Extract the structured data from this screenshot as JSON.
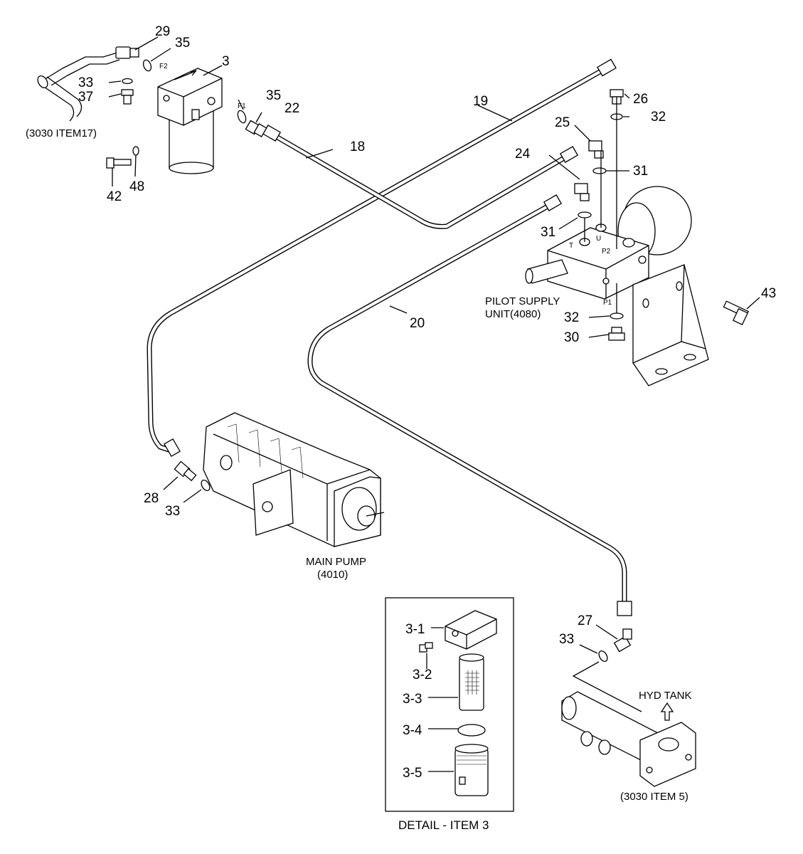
{
  "callouts": {
    "c29": "29",
    "c35a": "35",
    "c3": "3",
    "c33a": "33",
    "c37": "37",
    "c35b": "35",
    "c22": "22",
    "c19": "19",
    "c18": "18",
    "c26": "26",
    "c32a": "32",
    "c25": "25",
    "c24": "24",
    "c31a": "31",
    "c31b": "31",
    "c42": "42",
    "c48": "48",
    "c20": "20",
    "c43": "43",
    "c32b": "32",
    "c30": "30",
    "c28": "28",
    "c33b": "33",
    "c27": "27",
    "c33c": "33",
    "c3_1": "3-1",
    "c3_2": "3-2",
    "c3_3": "3-3",
    "c3_4": "3-4",
    "c3_5": "3-5"
  },
  "port_marks": {
    "f2": "F2",
    "f1": "F1",
    "t": "T",
    "u": "U",
    "p2": "P2",
    "p1": "P1"
  },
  "captions": {
    "ref_item17": "(3030 ITEM17)",
    "pilot_line1": "PILOT SUPPLY",
    "pilot_line2": "UNIT(4080)",
    "pump_line1": "MAIN PUMP",
    "pump_line2": "(4010)",
    "hyd_tank": "HYD TANK",
    "ref_item5": "(3030 ITEM 5)",
    "detail_title": "DETAIL - ITEM 3"
  }
}
